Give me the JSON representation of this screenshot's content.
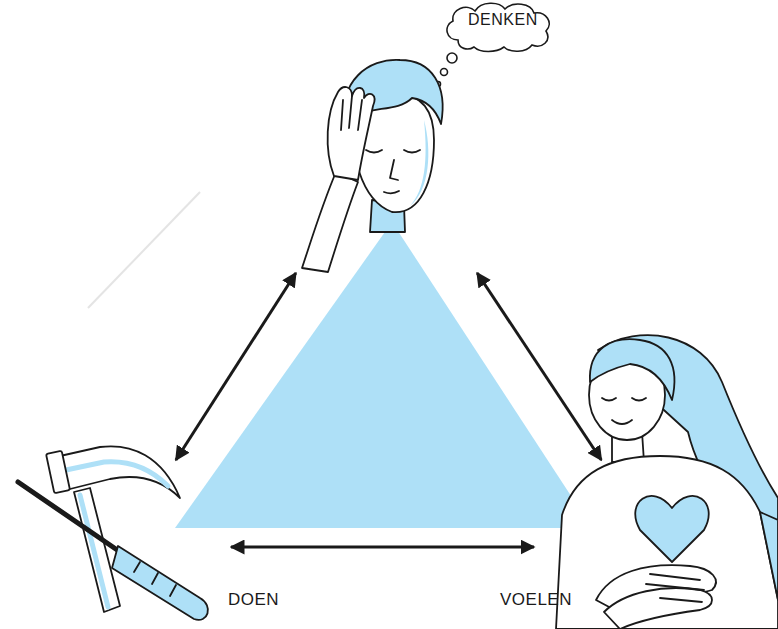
{
  "diagram": {
    "nodes": [
      {
        "text": [
          "DENKEN"
        ]
      },
      {
        "text": [
          "DOEN"
        ]
      },
      {
        "text": [
          "VOELEN"
        ]
      }
    ],
    "edges": [
      {
        "from": 0,
        "to": 1,
        "arrow": "both"
      },
      {
        "from": 0,
        "to": 2,
        "arrow": "both"
      },
      {
        "from": 1,
        "to": 2,
        "arrow": "both"
      }
    ]
  }
}
